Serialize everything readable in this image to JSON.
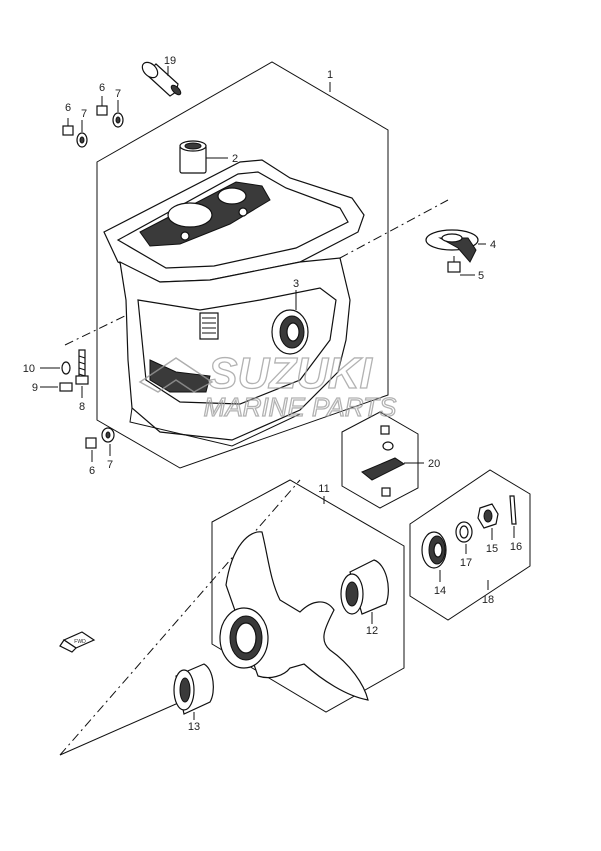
{
  "callouts": {
    "c1": "1",
    "c2": "2",
    "c3": "3",
    "c4": "4",
    "c5": "5",
    "c6a": "6",
    "c6b": "6",
    "c6c": "6",
    "c7a": "7",
    "c7b": "7",
    "c7c": "7",
    "c8": "8",
    "c9": "9",
    "c10": "10",
    "c11": "11",
    "c12": "12",
    "c13": "13",
    "c14": "14",
    "c15": "15",
    "c16": "16",
    "c17": "17",
    "c18": "18",
    "c19": "19",
    "c20": "20"
  },
  "watermark": {
    "brand": "SUZUKI",
    "subtitle": "MARINE PARTS"
  },
  "fwd_label": "FWD"
}
